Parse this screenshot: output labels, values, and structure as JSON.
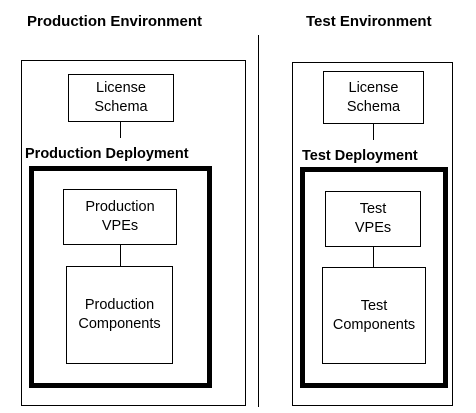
{
  "production": {
    "env_title": "Production Environment",
    "deploy_title": "Production Deployment",
    "license": [
      "License",
      "Schema"
    ],
    "vpes": [
      "Production",
      "VPEs"
    ],
    "components": [
      "Production",
      "Components"
    ]
  },
  "test": {
    "env_title": "Test Environment",
    "deploy_title": "Test Deployment",
    "license": [
      "License",
      "Schema"
    ],
    "vpes": [
      "Test",
      "VPEs"
    ],
    "components": [
      "Test",
      "Components"
    ]
  }
}
